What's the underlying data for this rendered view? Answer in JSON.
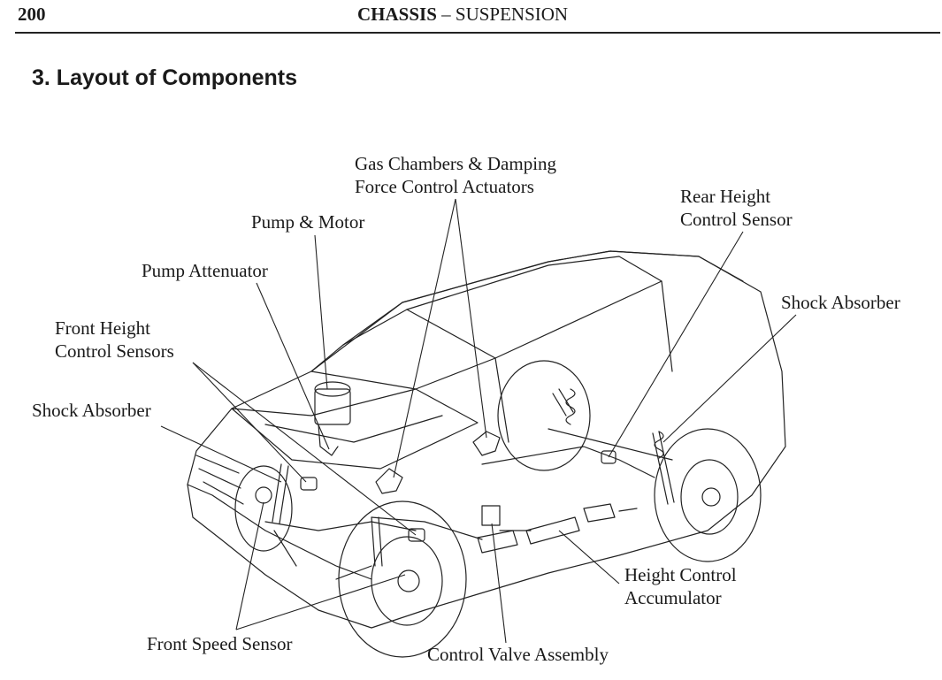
{
  "header": {
    "page_number": "200",
    "title_main": "CHASSIS",
    "title_separator": " – ",
    "title_sub": "SUSPENSION"
  },
  "section": {
    "title": "3.  Layout of Components"
  },
  "callouts": {
    "gas_chambers": [
      "Gas Chambers & Damping",
      "Force Control Actuators"
    ],
    "pump_motor": [
      "Pump & Motor"
    ],
    "pump_attenuator": [
      "Pump Attenuator"
    ],
    "front_height_sensors": [
      "Front Height",
      "Control Sensors"
    ],
    "front_shock_absorber": [
      "Shock Absorber"
    ],
    "rear_height_sensor": [
      "Rear Height",
      "Control Sensor"
    ],
    "rear_shock_absorber": [
      "Shock Absorber"
    ],
    "height_control_accumulator": [
      "Height Control",
      "Accumulator"
    ],
    "front_speed_sensor": [
      "Front Speed Sensor"
    ],
    "control_valve_assembly": [
      "Control Valve Assembly"
    ]
  }
}
